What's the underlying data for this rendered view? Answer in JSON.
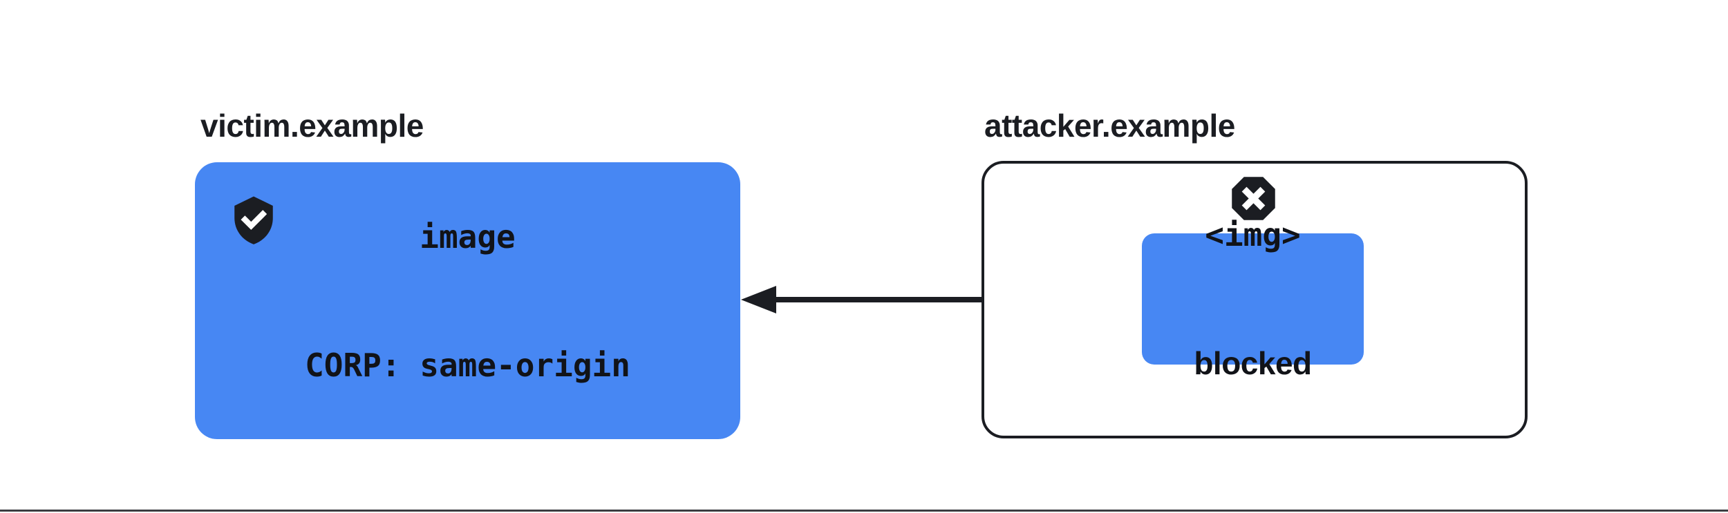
{
  "colors": {
    "accent_blue": "#4787F3",
    "ink": "#1B1D22",
    "background": "#FFFFFF",
    "divider": "#3C3D40"
  },
  "victim": {
    "domain": "victim.example",
    "resource": {
      "icon": "shield-check-icon",
      "line1": "image",
      "line2": "CORP: same-origin"
    }
  },
  "attacker": {
    "domain": "attacker.example",
    "blocked_icon": "blocked-octagon-x-icon",
    "request": {
      "line1": "<img>",
      "line2": "blocked"
    }
  }
}
